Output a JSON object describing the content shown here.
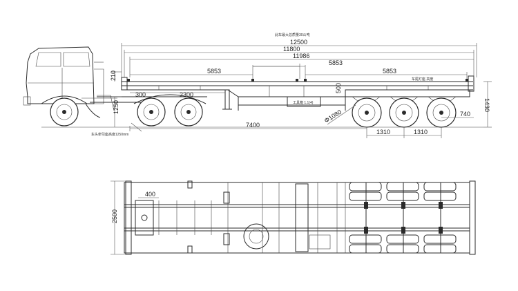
{
  "side_view": {
    "note_total_weight": "此车最大总质量30公吨",
    "dim_overall": "12500",
    "dim_frame": "11800",
    "dim_kingpin_rear": "11986",
    "dim_front_lock": "5853",
    "dim_mid_lock": "5853",
    "dim_rear_lock": "5853",
    "dim_headboard_height": "210",
    "dim_kingpin_offset": "300",
    "dim_landing_gear": "2300",
    "dim_coupling_height": "1250",
    "dim_frame_depth": "500",
    "dim_deck_height": "1430",
    "dim_wheel_diameter": "Φ1080",
    "dim_rear_overhang": "740",
    "dim_kingpin_to_axle": "7400",
    "dim_axle_spacing_1": "1310",
    "dim_axle_spacing_2": "1310",
    "label_toolbox": "工具箱 1.1(4)",
    "label_tractor_coupling": "车头牵引座高度1250mm",
    "label_rear_lights": "车尾灯座 高度"
  },
  "top_view": {
    "dim_kingpin_width": "400",
    "dim_overall_width": "2500"
  },
  "colors": {
    "line": "#2a2a2a",
    "background": "#ffffff"
  }
}
